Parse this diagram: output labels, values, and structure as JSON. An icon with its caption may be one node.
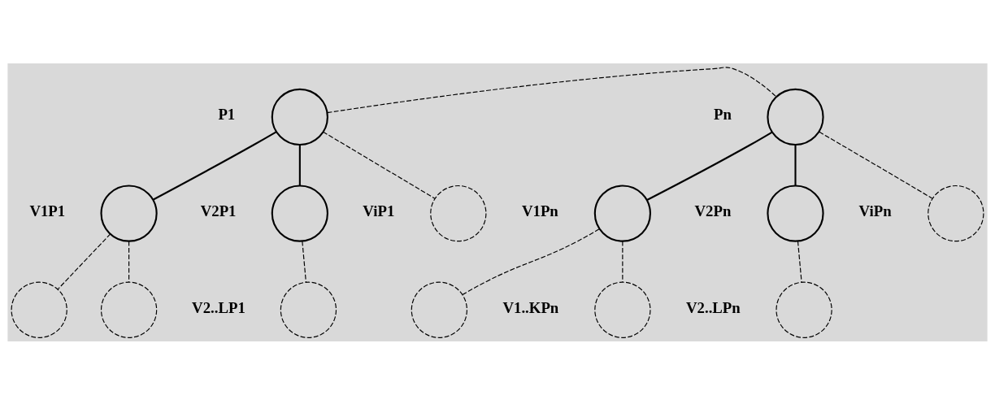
{
  "diagram": {
    "nodes": [
      {
        "text": [],
        "shape": "circle",
        "beside": [
          "P1"
        ]
      },
      {
        "text": [],
        "shape": "circle",
        "beside": [
          "V1P1"
        ]
      },
      {
        "text": [],
        "shape": "circle",
        "beside": [
          "V2P1"
        ]
      },
      {
        "text": [],
        "shape": "circle",
        "beside": [
          "ViP1"
        ]
      },
      {
        "text": [],
        "shape": "circle",
        "beside": [
          "Pn"
        ]
      },
      {
        "text": [],
        "shape": "circle",
        "beside": [
          "V1Pn"
        ]
      },
      {
        "text": [],
        "shape": "circle",
        "beside": [
          "V2Pn"
        ]
      },
      {
        "text": [],
        "shape": "circle",
        "beside": [
          "ViPn"
        ]
      },
      {
        "text": [],
        "shape": "circle"
      },
      {
        "text": [],
        "shape": "circle"
      },
      {
        "text": [],
        "shape": "circle",
        "beside": [
          "V2..LP1"
        ]
      },
      {
        "text": [],
        "shape": "circle",
        "beside": [
          "V1..KPn"
        ]
      },
      {
        "text": [],
        "shape": "circle"
      },
      {
        "text": [],
        "shape": "circle",
        "beside": [
          "V2..LPn"
        ]
      }
    ],
    "edges": [
      {
        "from": 0,
        "to": 1,
        "arrow": "none"
      },
      {
        "from": 0,
        "to": 2,
        "arrow": "none"
      },
      {
        "from": 0,
        "to": 3,
        "arrow": "none",
        "style": "dashed"
      },
      {
        "from": 0,
        "to": 4,
        "arrow": "none",
        "style": "dashed"
      },
      {
        "from": 4,
        "to": 5,
        "arrow": "none"
      },
      {
        "from": 4,
        "to": 6,
        "arrow": "none"
      },
      {
        "from": 4,
        "to": 7,
        "arrow": "none",
        "style": "dashed"
      },
      {
        "from": 1,
        "to": 8,
        "arrow": "none",
        "style": "dashed"
      },
      {
        "from": 1,
        "to": 9,
        "arrow": "none",
        "style": "dashed"
      },
      {
        "from": 2,
        "to": 10,
        "arrow": "none",
        "style": "dashed"
      },
      {
        "from": 5,
        "to": 11,
        "arrow": "none",
        "style": "dashed"
      },
      {
        "from": 5,
        "to": 12,
        "arrow": "none",
        "style": "dashed"
      },
      {
        "from": 6,
        "to": 13,
        "arrow": "none",
        "style": "dashed"
      }
    ]
  }
}
